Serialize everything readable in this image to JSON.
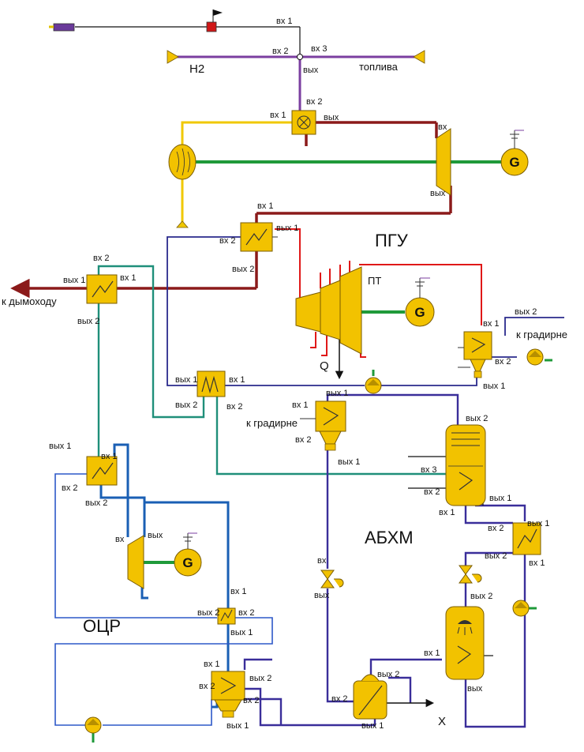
{
  "labels": {
    "in1": "вх 1",
    "in2": "вх 2",
    "in3": "вх 3",
    "in": "вх",
    "out": "вых",
    "out1": "вых 1",
    "out2": "вых 2",
    "h2": "H2",
    "fuel": "топлива",
    "pgu": "ПГУ",
    "pt": "ПТ",
    "chimney": "к дымоходу",
    "cooling_tower": "к градирне",
    "q": "Q",
    "absm": "АБХМ",
    "ocr": "ОЦР",
    "x": "X",
    "generator": "G"
  },
  "colors": {
    "equipment_fill": "#f2c200",
    "equipment_stroke": "#7a5c00",
    "fuel_line": "#7b3fa0",
    "exhaust_line": "#8b1a1a",
    "air_line": "#f0c800",
    "shaft": "#1f9a3a",
    "steam_line": "#e01818",
    "water_line": "#2a2a8c",
    "teal_line": "#1f8f7a",
    "orc_line": "#1a5fb4",
    "hot_water_line": "#2d58c8",
    "valve_red": "#d01818"
  }
}
